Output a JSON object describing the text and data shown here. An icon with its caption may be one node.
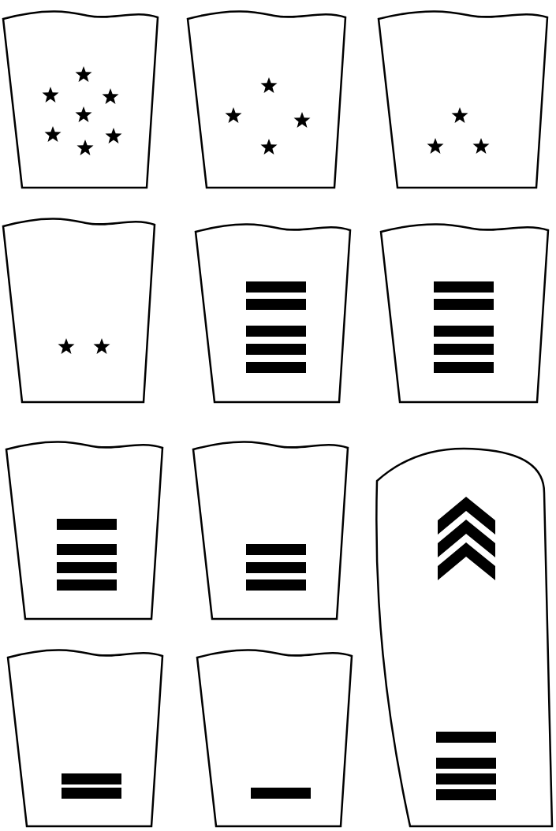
{
  "diagram": {
    "nodes": [
      {
        "text": [],
        "shape": "picture"
      },
      {
        "text": [],
        "shape": "picture"
      },
      {
        "text": [],
        "shape": "picture"
      },
      {
        "text": [],
        "shape": "picture"
      },
      {
        "text": [],
        "shape": "picture"
      },
      {
        "text": [],
        "shape": "picture"
      },
      {
        "text": [],
        "shape": "picture"
      },
      {
        "text": [],
        "shape": "picture"
      },
      {
        "text": [],
        "shape": "picture"
      },
      {
        "text": [],
        "shape": "picture"
      },
      {
        "text": [],
        "shape": "picture"
      }
    ]
  }
}
